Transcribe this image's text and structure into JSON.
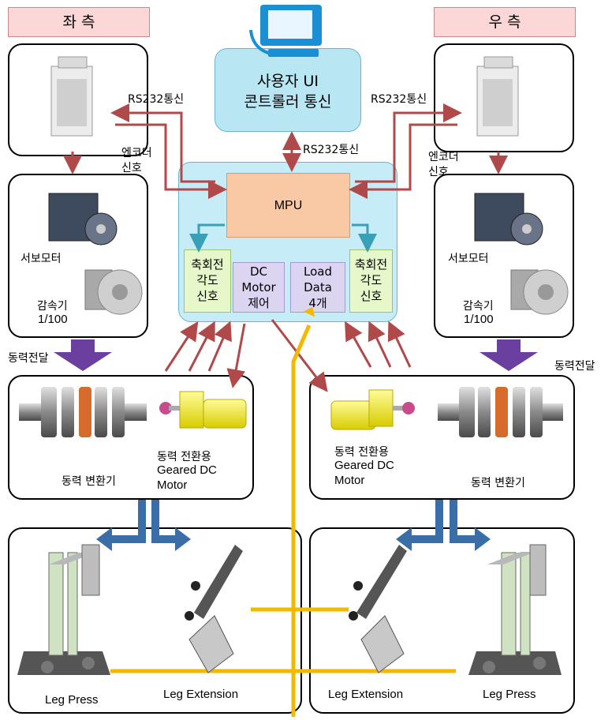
{
  "side_tags": {
    "left": "좌 측",
    "right": "우 측"
  },
  "ui_box": {
    "line1": "사용자 UI",
    "line2": "콘트롤러 통신"
  },
  "rs232": {
    "center": "RS232통신",
    "left": "RS232통신",
    "right": "RS232통신"
  },
  "encoder": {
    "left_line1": "엔코더",
    "left_line2": "신호",
    "right_line1": "엔코더",
    "right_line2": "신호"
  },
  "mpu": "MPU",
  "sub_blocks": {
    "left_angle": [
      "축회전",
      "각도",
      "신호"
    ],
    "dc_motor": [
      "DC",
      "Motor",
      "제어"
    ],
    "load_data": [
      "Load",
      "Data",
      "4개"
    ],
    "right_angle": [
      "축회전",
      "각도",
      "신호"
    ]
  },
  "servo": {
    "left_motor": "서보모터",
    "right_motor": "서보모터",
    "left_reducer_1": "감속기",
    "left_reducer_2": "1/100",
    "right_reducer_1": "감속기",
    "right_reducer_2": "1/100"
  },
  "power_transfer": {
    "left": "동력전달",
    "right": "동력전달"
  },
  "converter": {
    "left_label": "동력 변환기",
    "right_label": "동력 변환기",
    "left_motor": [
      "동력 전환용",
      "Geared DC",
      "Motor"
    ],
    "right_motor": [
      "동력 전환용",
      "Geared DC",
      "Motor"
    ]
  },
  "machines": {
    "left_press": "Leg Press",
    "left_extension": "Leg Extension",
    "right_extension": "Leg Extension",
    "right_press": "Leg Press"
  },
  "colors": {
    "arrow_red": "#b04a4a",
    "teal": "#3aa0b8",
    "yellow": "#f5b800",
    "purple_arrow": "#6b3fa0",
    "blue_arrow": "#3a6ea8"
  }
}
